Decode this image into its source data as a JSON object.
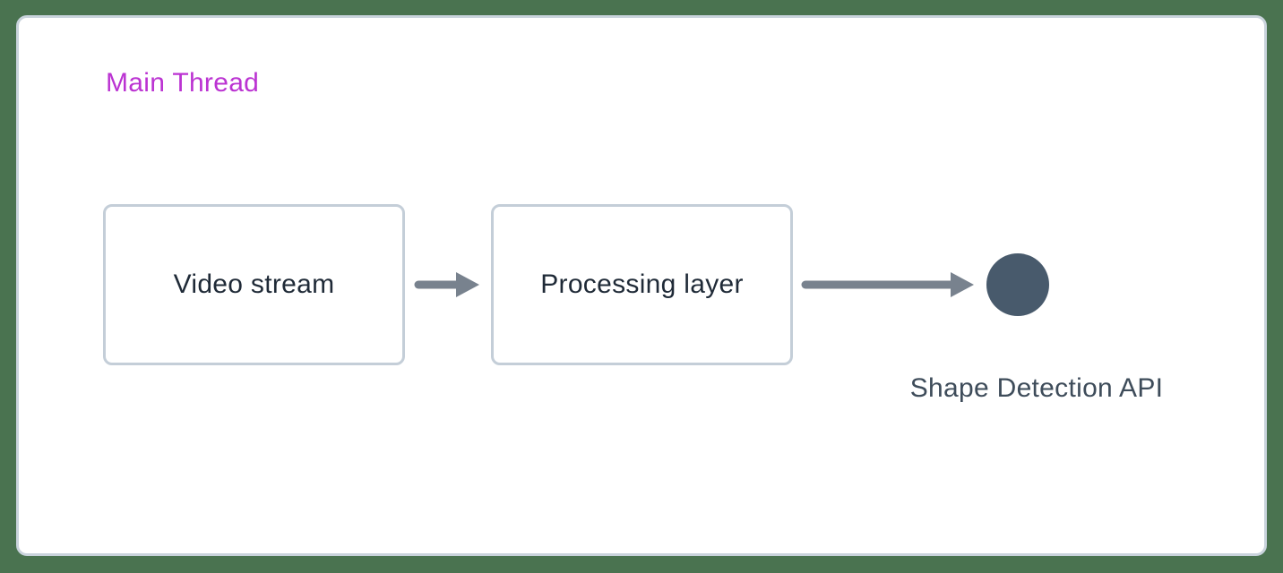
{
  "diagram": {
    "frame_label": "Main Thread",
    "nodes": [
      {
        "id": "video-stream",
        "label": "Video stream"
      },
      {
        "id": "processing-layer",
        "label": "Processing layer"
      }
    ],
    "endpoint": {
      "label": "Shape Detection API"
    },
    "flow": [
      "Video stream",
      "Processing layer",
      "Shape Detection API"
    ],
    "icons": [
      "right-arrow-icon",
      "right-arrow-icon",
      "filled-circle-node"
    ],
    "colors": {
      "background": "#4a7350",
      "panel_fill": "#ffffff",
      "panel_border": "#c9d3dc",
      "node_border": "#c4ced8",
      "node_text": "#1f2a37",
      "arrow": "#78828e",
      "endpoint_circle": "#485a6c",
      "endpoint_text": "#3e4c5a",
      "frame_label": "#bb33d2"
    }
  }
}
